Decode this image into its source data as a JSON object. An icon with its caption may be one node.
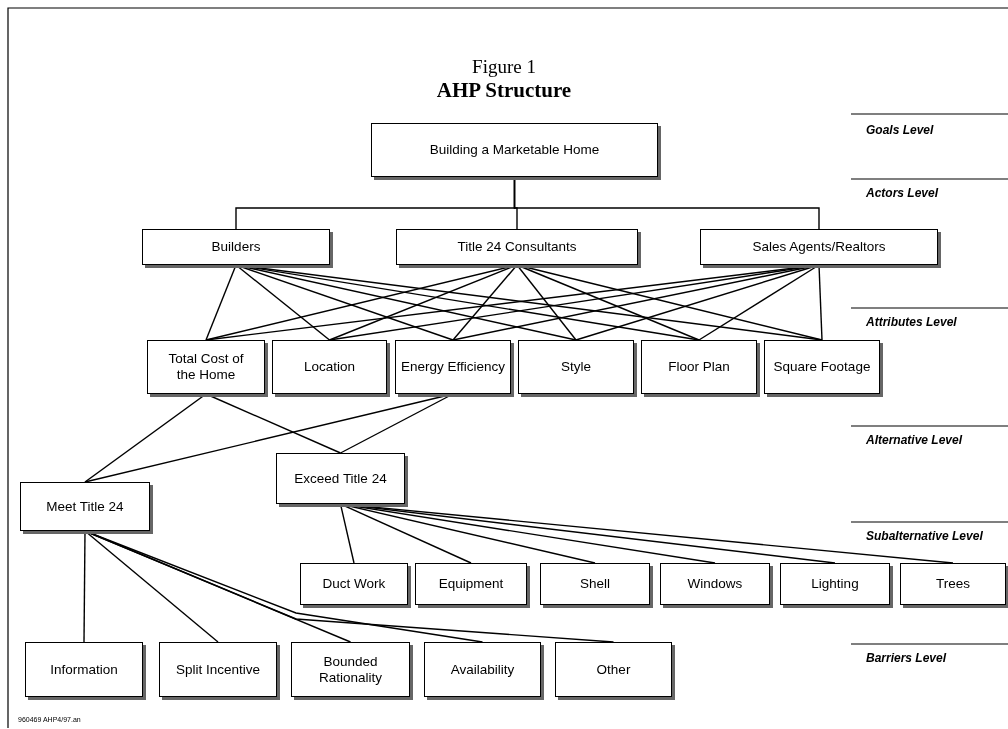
{
  "diagram": {
    "title": "AHP Structure",
    "nodes": [
      {
        "text": [
          "Building a Marketable Home"
        ]
      },
      {
        "text": [
          "Builders"
        ]
      },
      {
        "text": [
          "Title 24 Consultants"
        ]
      },
      {
        "text": [
          "Sales Agents/Realtors"
        ]
      },
      {
        "text": [
          "Total Cost of the Home"
        ]
      },
      {
        "text": [
          "Location"
        ]
      },
      {
        "text": [
          "Energy Efficiency"
        ]
      },
      {
        "text": [
          "Style"
        ]
      },
      {
        "text": [
          "Floor Plan"
        ]
      },
      {
        "text": [
          "Square Footage"
        ]
      },
      {
        "text": [
          "Meet Title 24"
        ]
      },
      {
        "text": [
          "Exceed Title 24"
        ]
      },
      {
        "text": [
          "Duct Work"
        ]
      },
      {
        "text": [
          "Equipment"
        ]
      },
      {
        "text": [
          "Shell"
        ]
      },
      {
        "text": [
          "Windows"
        ]
      },
      {
        "text": [
          "Lighting"
        ]
      },
      {
        "text": [
          "Trees"
        ]
      },
      {
        "text": [
          "Information"
        ]
      },
      {
        "text": [
          "Split Incentive"
        ]
      },
      {
        "text": [
          "Bounded Rationality"
        ]
      },
      {
        "text": [
          "Availability"
        ]
      },
      {
        "text": [
          "Other"
        ]
      }
    ],
    "edges": [
      {
        "from": 0,
        "to": 1,
        "arrow": "none"
      },
      {
        "from": 0,
        "to": 2,
        "arrow": "none"
      },
      {
        "from": 0,
        "to": 3,
        "arrow": "none"
      },
      {
        "from": 1,
        "to": 4,
        "arrow": "none"
      },
      {
        "from": 1,
        "to": 5,
        "arrow": "none"
      },
      {
        "from": 1,
        "to": 6,
        "arrow": "none"
      },
      {
        "from": 1,
        "to": 7,
        "arrow": "none"
      },
      {
        "from": 1,
        "to": 8,
        "arrow": "none"
      },
      {
        "from": 1,
        "to": 9,
        "arrow": "none"
      },
      {
        "from": 2,
        "to": 4,
        "arrow": "none"
      },
      {
        "from": 2,
        "to": 5,
        "arrow": "none"
      },
      {
        "from": 2,
        "to": 6,
        "arrow": "none"
      },
      {
        "from": 2,
        "to": 7,
        "arrow": "none"
      },
      {
        "from": 2,
        "to": 8,
        "arrow": "none"
      },
      {
        "from": 2,
        "to": 9,
        "arrow": "none"
      },
      {
        "from": 3,
        "to": 4,
        "arrow": "none"
      },
      {
        "from": 3,
        "to": 5,
        "arrow": "none"
      },
      {
        "from": 3,
        "to": 6,
        "arrow": "none"
      },
      {
        "from": 3,
        "to": 7,
        "arrow": "none"
      },
      {
        "from": 3,
        "to": 8,
        "arrow": "none"
      },
      {
        "from": 3,
        "to": 9,
        "arrow": "none"
      },
      {
        "from": 4,
        "to": 10,
        "arrow": "none"
      },
      {
        "from": 4,
        "to": 11,
        "arrow": "none"
      },
      {
        "from": 6,
        "to": 10,
        "arrow": "none"
      },
      {
        "from": 6,
        "to": 11,
        "arrow": "none"
      },
      {
        "from": 11,
        "to": 12,
        "arrow": "none"
      },
      {
        "from": 11,
        "to": 13,
        "arrow": "none"
      },
      {
        "from": 11,
        "to": 14,
        "arrow": "none"
      },
      {
        "from": 11,
        "to": 15,
        "arrow": "none"
      },
      {
        "from": 11,
        "to": 16,
        "arrow": "none"
      },
      {
        "from": 11,
        "to": 17,
        "arrow": "none"
      },
      {
        "from": 10,
        "to": 18,
        "arrow": "none"
      },
      {
        "from": 10,
        "to": 19,
        "arrow": "none"
      },
      {
        "from": 10,
        "to": 20,
        "arrow": "none"
      },
      {
        "from": 10,
        "to": 21,
        "arrow": "none"
      },
      {
        "from": 10,
        "to": 22,
        "arrow": "none"
      }
    ],
    "labels": [
      "Figure 1",
      "Goals Level",
      "Actors Level",
      "Attributes Level",
      "Alternative Level",
      "Subalternative Level",
      "Barriers Level",
      "960469 AHP4/97.an"
    ]
  }
}
